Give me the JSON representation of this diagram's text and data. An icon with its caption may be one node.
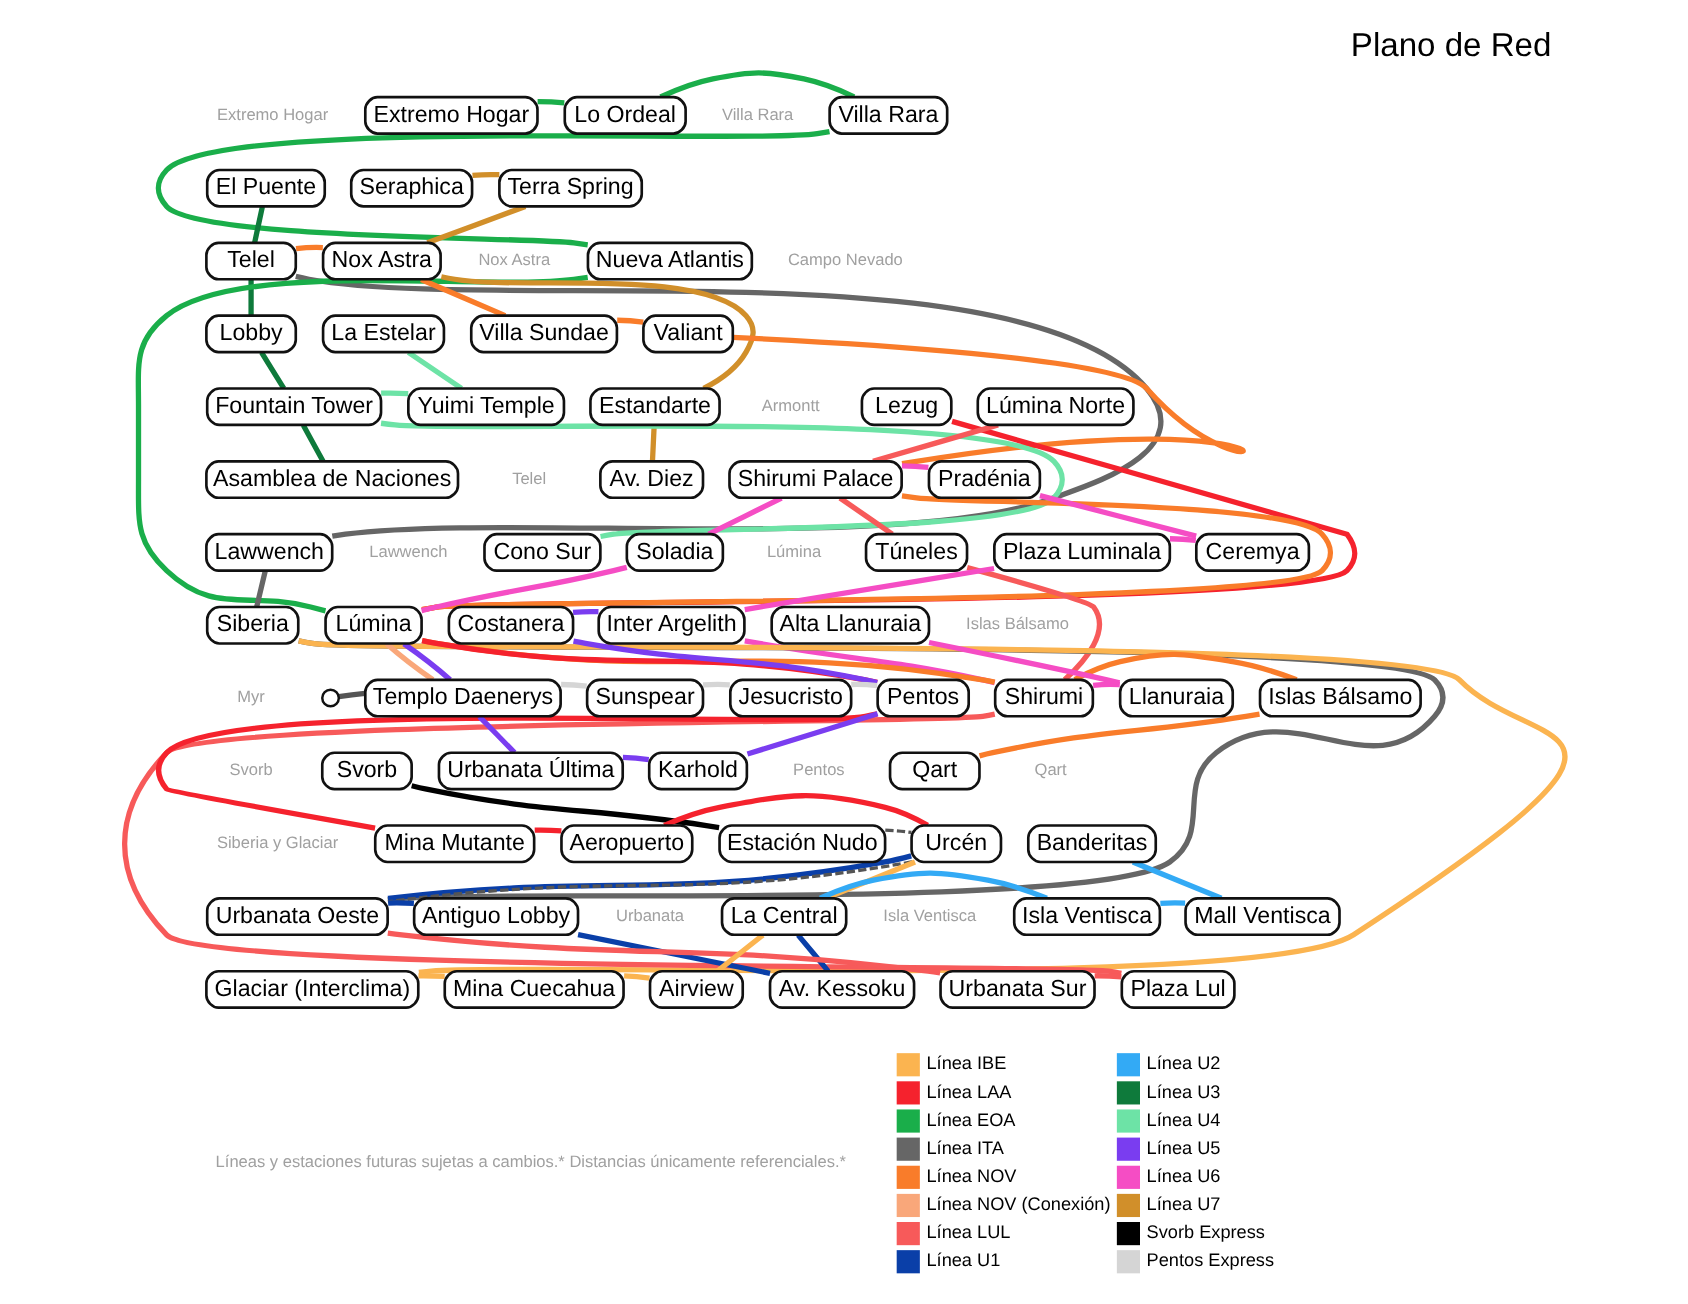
{
  "diagram": {
    "title": "Plano de Red",
    "nodes": [
      {
        "text": [
          "Lo Ordeal"
        ]
      },
      {
        "text": [
          "Extremo Hogar"
        ]
      },
      {
        "text": [
          "Villa Rara"
        ]
      },
      {
        "text": [
          "El Puente"
        ]
      },
      {
        "text": [
          "Seraphica"
        ]
      },
      {
        "text": [
          "Terra Spring"
        ]
      },
      {
        "text": [
          "Telel"
        ]
      },
      {
        "text": [
          "Nueva Atlantis"
        ]
      },
      {
        "text": [
          "Nox Astra"
        ]
      },
      {
        "text": [
          "Valiant"
        ]
      },
      {
        "text": [
          "Villa Sundae"
        ]
      },
      {
        "text": [
          "La Estelar"
        ]
      },
      {
        "text": [
          "Lobby"
        ]
      },
      {
        "text": [
          "Estandarte"
        ]
      },
      {
        "text": [
          "Fountain Tower"
        ]
      },
      {
        "text": [
          "Yuimi Temple"
        ]
      },
      {
        "text": [
          "Lezug"
        ]
      },
      {
        "text": [
          "Lúmina Norte"
        ]
      },
      {
        "text": [
          "Av. Diez"
        ]
      },
      {
        "text": [
          "Asamblea de Naciones"
        ]
      },
      {
        "text": [
          "Shirumi Palace"
        ]
      },
      {
        "text": [
          "Pradénia"
        ]
      },
      {
        "text": [
          "Cono Sur"
        ]
      },
      {
        "text": [
          "Túneles"
        ]
      },
      {
        "text": [
          "Ceremya"
        ]
      },
      {
        "text": [
          "Lawwench"
        ]
      },
      {
        "text": [
          "Soladia"
        ]
      },
      {
        "text": [
          "Plaza Luminala"
        ]
      },
      {
        "text": [
          "Inter Argelith"
        ]
      },
      {
        "text": [
          "Alta Llanuraia"
        ]
      },
      {
        "text": [
          "Costanera"
        ]
      },
      {
        "text": [
          "Siberia"
        ]
      },
      {
        "text": [
          "Lúmina"
        ]
      },
      {
        "text": [
          "Islas Bálsamo"
        ]
      },
      {
        "text": [
          "Shirumi"
        ]
      },
      {
        "text": [
          "Pentos"
        ]
      },
      {
        "text": [
          "Llanuraia"
        ]
      },
      {
        "text": [
          "Sunspear"
        ]
      },
      {
        "text": [
          "Templo Daenerys"
        ]
      },
      {
        "text": [
          "Jesucristo"
        ]
      },
      {
        "text": [
          "Svorb"
        ]
      },
      {
        "text": [
          "Urbanata Última"
        ]
      },
      {
        "text": [
          "Karhold"
        ]
      },
      {
        "text": [
          "Qart"
        ]
      },
      {
        "text": [
          "Estación Nudo"
        ]
      },
      {
        "text": [
          "Mina Mutante"
        ]
      },
      {
        "text": [
          "Banderitas"
        ]
      },
      {
        "text": [
          "Urcén"
        ]
      },
      {
        "text": [
          "Aeropuerto"
        ]
      },
      {
        "text": [
          "Mall Ventisca"
        ]
      },
      {
        "text": [
          "Urbanata Oeste"
        ]
      },
      {
        "text": [
          "La Central"
        ]
      },
      {
        "text": [
          "Antiguo Lobby"
        ]
      },
      {
        "text": [
          "Isla Ventisca"
        ]
      },
      {
        "text": [
          "Av. Kessoku"
        ]
      },
      {
        "text": [
          "Urbanata Sur"
        ]
      },
      {
        "text": [
          "Glaciar (Interclima)"
        ]
      },
      {
        "text": [
          "Mina Cuecahua"
        ]
      },
      {
        "text": [
          "Airview"
        ]
      },
      {
        "text": [
          "Plaza Lul"
        ]
      },
      {
        "text": [],
        "shape": "circle"
      }
    ],
    "edges": [
      {
        "from": 1,
        "to": 0,
        "arrow": "none",
        "color": "#1aae4a"
      },
      {
        "from": 0,
        "to": 2,
        "arrow": "none",
        "color": "#1aae4a"
      },
      {
        "from": 2,
        "to": 7,
        "arrow": "none",
        "color": "#1aae4a"
      },
      {
        "from": 7,
        "to": 32,
        "arrow": "none",
        "color": "#1aae4a"
      },
      {
        "from": 3,
        "to": 6,
        "arrow": "none",
        "color": "#0e7a3b"
      },
      {
        "from": 6,
        "to": 12,
        "arrow": "none",
        "color": "#0e7a3b"
      },
      {
        "from": 12,
        "to": 14,
        "arrow": "none",
        "color": "#0e7a3b"
      },
      {
        "from": 14,
        "to": 19,
        "arrow": "none",
        "color": "#0e7a3b"
      },
      {
        "from": 11,
        "to": 15,
        "arrow": "none",
        "color": "#6de3a6"
      },
      {
        "from": 15,
        "to": 14,
        "arrow": "none",
        "color": "#6de3a6"
      },
      {
        "from": 14,
        "to": 22,
        "arrow": "none",
        "color": "#6de3a6"
      },
      {
        "from": 4,
        "to": 5,
        "arrow": "none",
        "color": "#d18f2a"
      },
      {
        "from": 5,
        "to": 8,
        "arrow": "none",
        "color": "#d18f2a"
      },
      {
        "from": 8,
        "to": 13,
        "arrow": "none",
        "color": "#d18f2a"
      },
      {
        "from": 13,
        "to": 18,
        "arrow": "none",
        "color": "#d18f2a"
      },
      {
        "from": 6,
        "to": 8,
        "arrow": "none",
        "color": "#f97c2a"
      },
      {
        "from": 8,
        "to": 10,
        "arrow": "none",
        "color": "#f97c2a"
      },
      {
        "from": 10,
        "to": 9,
        "arrow": "none",
        "color": "#f97c2a"
      },
      {
        "from": 9,
        "to": 20,
        "arrow": "none",
        "color": "#f97c2a"
      },
      {
        "from": 20,
        "to": 32,
        "arrow": "none",
        "color": "#f97c2a"
      },
      {
        "from": 32,
        "to": 34,
        "arrow": "none",
        "color": "#f97c2a"
      },
      {
        "from": 34,
        "to": 33,
        "arrow": "none",
        "color": "#f97c2a"
      },
      {
        "from": 33,
        "to": 43,
        "arrow": "none",
        "color": "#f97c2a"
      },
      {
        "from": 32,
        "to": 38,
        "arrow": "none",
        "color": "#f9a77a"
      },
      {
        "from": 6,
        "to": 25,
        "arrow": "none",
        "color": "#666666"
      },
      {
        "from": 25,
        "to": 31,
        "arrow": "none",
        "color": "#666666"
      },
      {
        "from": 31,
        "to": 50,
        "arrow": "none",
        "color": "#666666"
      },
      {
        "from": 31,
        "to": 56,
        "arrow": "none",
        "color": "#fbb450"
      },
      {
        "from": 56,
        "to": 57,
        "arrow": "none",
        "color": "#fbb450"
      },
      {
        "from": 57,
        "to": 58,
        "arrow": "none",
        "color": "#fbb450"
      },
      {
        "from": 58,
        "to": 51,
        "arrow": "none",
        "color": "#fbb450"
      },
      {
        "from": 51,
        "to": 47,
        "arrow": "none",
        "color": "#fbb450"
      },
      {
        "from": 16,
        "to": 32,
        "arrow": "none",
        "color": "#f5222d"
      },
      {
        "from": 32,
        "to": 35,
        "arrow": "none",
        "color": "#f5222d"
      },
      {
        "from": 35,
        "to": 45,
        "arrow": "none",
        "color": "#f5222d"
      },
      {
        "from": 45,
        "to": 48,
        "arrow": "none",
        "color": "#f5222d"
      },
      {
        "from": 48,
        "to": 47,
        "arrow": "none",
        "color": "#f5222d"
      },
      {
        "from": 17,
        "to": 20,
        "arrow": "none",
        "color": "#f75a5a"
      },
      {
        "from": 20,
        "to": 23,
        "arrow": "none",
        "color": "#f75a5a"
      },
      {
        "from": 23,
        "to": 34,
        "arrow": "none",
        "color": "#f75a5a"
      },
      {
        "from": 34,
        "to": 59,
        "arrow": "none",
        "color": "#f75a5a"
      },
      {
        "from": 59,
        "to": 55,
        "arrow": "none",
        "color": "#f75a5a"
      },
      {
        "from": 55,
        "to": 50,
        "arrow": "none",
        "color": "#f75a5a"
      },
      {
        "from": 32,
        "to": 26,
        "arrow": "none",
        "color": "#f54dc4"
      },
      {
        "from": 26,
        "to": 20,
        "arrow": "none",
        "color": "#f54dc4"
      },
      {
        "from": 20,
        "to": 21,
        "arrow": "none",
        "color": "#f54dc4"
      },
      {
        "from": 21,
        "to": 24,
        "arrow": "none",
        "color": "#f54dc4"
      },
      {
        "from": 24,
        "to": 27,
        "arrow": "none",
        "color": "#f54dc4"
      },
      {
        "from": 27,
        "to": 28,
        "arrow": "none",
        "color": "#f54dc4"
      },
      {
        "from": 28,
        "to": 34,
        "arrow": "none",
        "color": "#f54dc4"
      },
      {
        "from": 34,
        "to": 36,
        "arrow": "none",
        "color": "#f54dc4"
      },
      {
        "from": 36,
        "to": 29,
        "arrow": "none",
        "color": "#f54dc4"
      },
      {
        "from": 32,
        "to": 38,
        "arrow": "none",
        "color": "#7a3df0"
      },
      {
        "from": 38,
        "to": 41,
        "arrow": "none",
        "color": "#7a3df0"
      },
      {
        "from": 41,
        "to": 42,
        "arrow": "none",
        "color": "#7a3df0"
      },
      {
        "from": 42,
        "to": 35,
        "arrow": "none",
        "color": "#7a3df0"
      },
      {
        "from": 35,
        "to": 30,
        "arrow": "none",
        "color": "#7a3df0"
      },
      {
        "from": 30,
        "to": 28,
        "arrow": "none",
        "color": "#7a3df0"
      },
      {
        "from": 40,
        "to": 44,
        "arrow": "none",
        "color": "#000000"
      },
      {
        "from": 38,
        "to": 37,
        "arrow": "none",
        "color": "#d5d5d5"
      },
      {
        "from": 37,
        "to": 39,
        "arrow": "none",
        "color": "#d5d5d5"
      },
      {
        "from": 39,
        "to": 35,
        "arrow": "none",
        "color": "#d5d5d5"
      },
      {
        "from": 47,
        "to": 50,
        "arrow": "none",
        "color": "#0a3fa8"
      },
      {
        "from": 50,
        "to": 52,
        "arrow": "none",
        "color": "#0a3fa8"
      },
      {
        "from": 52,
        "to": 54,
        "arrow": "none",
        "color": "#0a3fa8"
      },
      {
        "from": 54,
        "to": 51,
        "arrow": "none",
        "color": "#0a3fa8"
      },
      {
        "from": 51,
        "to": 53,
        "arrow": "none",
        "color": "#33aaf5"
      },
      {
        "from": 53,
        "to": 49,
        "arrow": "none",
        "color": "#33aaf5"
      },
      {
        "from": 49,
        "to": 46,
        "arrow": "none",
        "color": "#33aaf5"
      },
      {
        "from": 44,
        "to": 47,
        "arrow": "none",
        "style": "dashed",
        "color": "#555555"
      },
      {
        "from": 47,
        "to": 50,
        "arrow": "none",
        "style": "dashed",
        "color": "#555555"
      },
      {
        "from": 60,
        "to": 38,
        "arrow": "none",
        "color": "#555555"
      }
    ],
    "labels": [
      "Extremo Hogar",
      "Villa Rara",
      "Nox Astra",
      "Campo Nevado",
      "Armontt",
      "Telel",
      "Lawwench",
      "Lúmina",
      "Islas Bálsamo",
      "Myr",
      "Svorb",
      "Pentos",
      "Siberia y Glaciar",
      "Urbanata",
      "Isla Ventisca",
      "Qart",
      "Líneas y estaciones futuras sujetas a cambios.* Distancias únicamente referenciales.*"
    ],
    "legend": [
      {
        "text": "Línea IBE",
        "color": "#fbb450"
      },
      {
        "text": "Línea LAA",
        "color": "#f5222d"
      },
      {
        "text": "Línea EOA",
        "color": "#1aae4a"
      },
      {
        "text": "Línea ITA",
        "color": "#666666"
      },
      {
        "text": "Línea NOV",
        "color": "#f97c2a"
      },
      {
        "text": "Línea NOV (Conexión)",
        "color": "#f9a77a"
      },
      {
        "text": "Línea LUL",
        "color": "#f75a5a"
      },
      {
        "text": "Línea U1",
        "color": "#0a3fa8"
      },
      {
        "text": "Línea U2",
        "color": "#33aaf5"
      },
      {
        "text": "Línea U3",
        "color": "#0e7a3b"
      },
      {
        "text": "Línea U4",
        "color": "#6de3a6"
      },
      {
        "text": "Línea U5",
        "color": "#7a3df0"
      },
      {
        "text": "Línea U6",
        "color": "#f54dc4"
      },
      {
        "text": "Línea U7",
        "color": "#d18f2a"
      },
      {
        "text": "Svorb Express",
        "color": "#000000"
      },
      {
        "text": "Pentos Express",
        "color": "#d5d5d5"
      }
    ]
  }
}
